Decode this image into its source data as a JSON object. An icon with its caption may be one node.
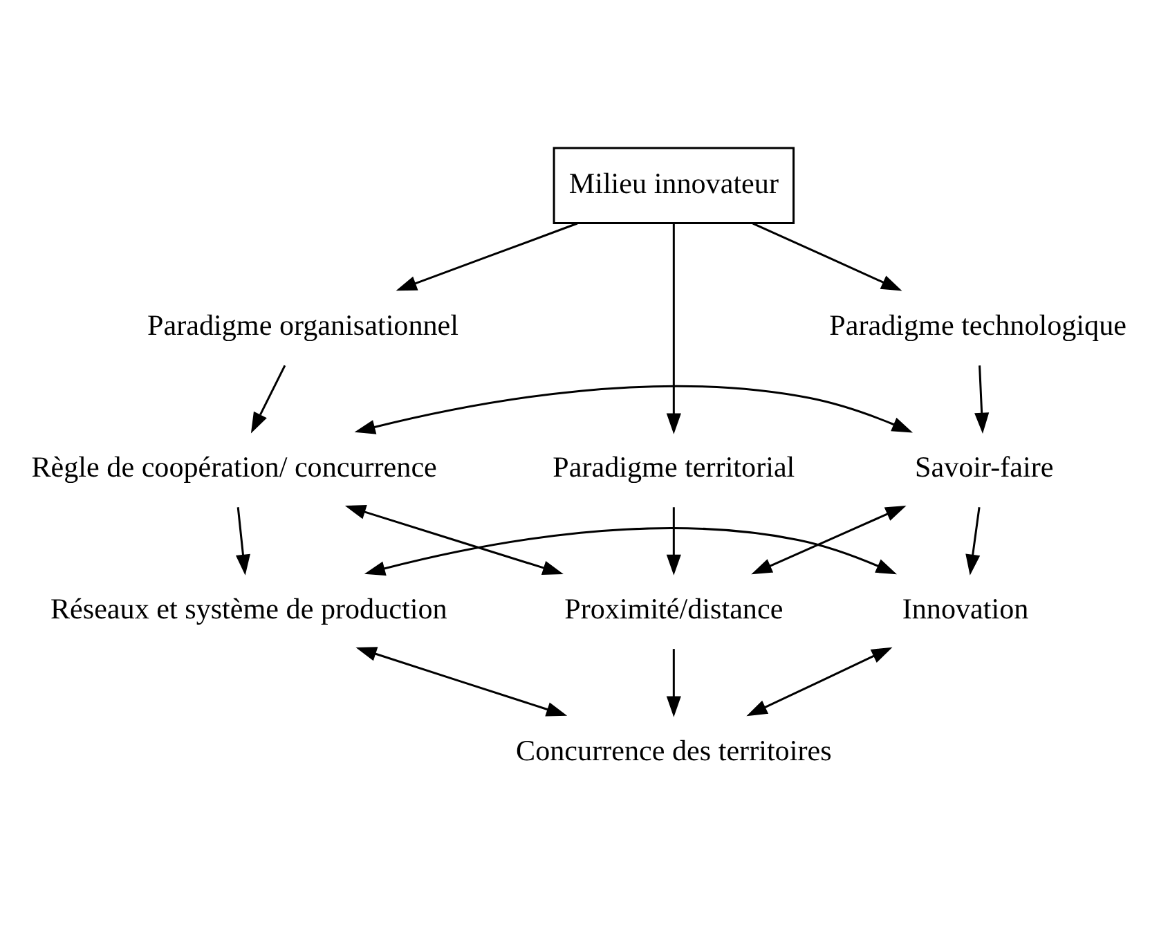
{
  "diagram": {
    "nodes": [
      {
        "text": [
          "Réseaux et système de production"
        ]
      },
      {
        "text": [
          "Innovation"
        ]
      },
      {
        "text": [
          "Règle de coopération/ concurrence"
        ]
      },
      {
        "text": [
          "Savoir-faire"
        ]
      },
      {
        "text": [
          "Paradigme organisationnel"
        ]
      },
      {
        "text": [
          "Paradigme technologique"
        ]
      },
      {
        "text": [
          "Milieu innovateur"
        ]
      },
      {
        "text": [
          "Paradigme territorial"
        ]
      },
      {
        "text": [
          "Proximité/distance"
        ]
      },
      {
        "text": [
          "Concurrence des territoires"
        ]
      }
    ],
    "edges": [
      {
        "from": 0,
        "to": 1,
        "arrow": "both"
      },
      {
        "from": 2,
        "to": 0,
        "arrow": "to"
      },
      {
        "from": 3,
        "to": 1,
        "arrow": "to"
      },
      {
        "from": 2,
        "to": 3,
        "arrow": "both"
      },
      {
        "from": 4,
        "to": 2,
        "arrow": "to"
      },
      {
        "from": 5,
        "to": 3,
        "arrow": "to"
      },
      {
        "from": 6,
        "to": 4,
        "arrow": "to"
      },
      {
        "from": 6,
        "to": 5,
        "arrow": "to"
      },
      {
        "from": 6,
        "to": 7,
        "arrow": "to"
      },
      {
        "from": 7,
        "to": 8,
        "arrow": "to"
      },
      {
        "from": 8,
        "to": 9,
        "arrow": "to"
      },
      {
        "from": 0,
        "to": 9,
        "arrow": "both"
      },
      {
        "from": 2,
        "to": 8,
        "arrow": "both"
      },
      {
        "from": 3,
        "to": 8,
        "arrow": "both"
      },
      {
        "from": 1,
        "to": 9,
        "arrow": "both"
      }
    ]
  }
}
